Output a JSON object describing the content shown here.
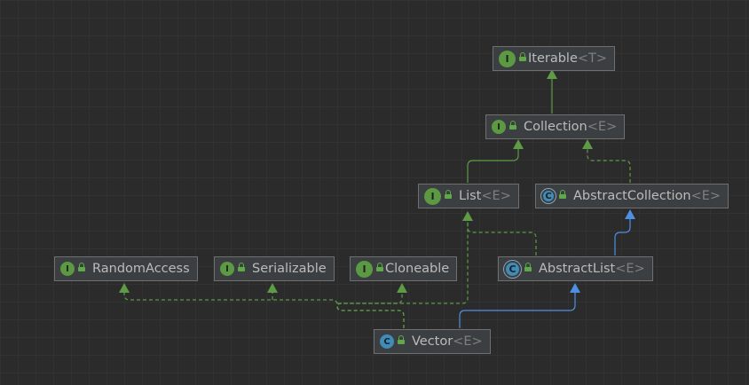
{
  "nodes": [
    {
      "id": "iterable",
      "kind": "I",
      "name": "Iterable",
      "type_param": "T"
    },
    {
      "id": "collection",
      "kind": "I",
      "name": "Collection",
      "type_param": "E"
    },
    {
      "id": "list",
      "kind": "I",
      "name": "List",
      "type_param": "E"
    },
    {
      "id": "abstract_collection",
      "kind": "C",
      "name": "AbstractCollection",
      "type_param": "E"
    },
    {
      "id": "random_access",
      "kind": "I",
      "name": "RandomAccess",
      "type_param": ""
    },
    {
      "id": "serializable",
      "kind": "I",
      "name": "Serializable",
      "type_param": ""
    },
    {
      "id": "cloneable",
      "kind": "I",
      "name": "Cloneable",
      "type_param": ""
    },
    {
      "id": "abstract_list",
      "kind": "C",
      "name": "AbstractList",
      "type_param": "E"
    },
    {
      "id": "vector",
      "kind": "C",
      "name": "Vector",
      "type_param": "E"
    }
  ],
  "edges": [
    {
      "from": "collection",
      "to": "iterable",
      "relation": "extends"
    },
    {
      "from": "list",
      "to": "collection",
      "relation": "extends"
    },
    {
      "from": "abstract_collection",
      "to": "collection",
      "relation": "implements"
    },
    {
      "from": "abstract_list",
      "to": "abstract_collection",
      "relation": "extends"
    },
    {
      "from": "abstract_list",
      "to": "list",
      "relation": "implements"
    },
    {
      "from": "vector",
      "to": "abstract_list",
      "relation": "extends"
    },
    {
      "from": "vector",
      "to": "list",
      "relation": "implements"
    },
    {
      "from": "vector",
      "to": "random_access",
      "relation": "implements"
    },
    {
      "from": "vector",
      "to": "serializable",
      "relation": "implements"
    },
    {
      "from": "vector",
      "to": "cloneable",
      "relation": "implements"
    }
  ],
  "colors": {
    "interface_badge": "#5b9a43",
    "class_badge": "#3f8cb8",
    "interface_edge": "#5d9b46",
    "class_edge": "#4f8fe3",
    "node_background": "#3c3f41",
    "canvas_background": "#2b2b2b"
  }
}
